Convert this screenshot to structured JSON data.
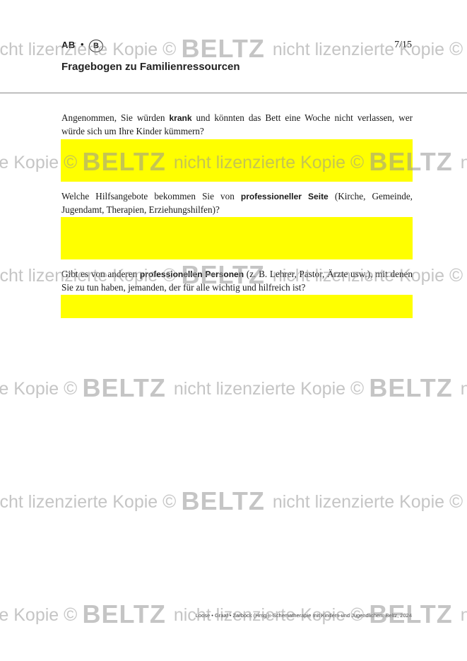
{
  "header": {
    "ab_label": "AB",
    "bullet": "•",
    "badge": "B",
    "page_number": "7/15",
    "title": "Fragebogen zu Familienressourcen"
  },
  "questions": [
    {
      "before": "Angenommen, Sie würden ",
      "bold": "krank",
      "after": " und könnten das Bett eine Woche nicht verlassen, wer würde sich um Ihre Kinder kümmern?"
    },
    {
      "before": "Welche Hilfsangebote bekommen Sie von ",
      "bold": "professioneller Seite",
      "after": " (Kirche, Gemeinde, Jugendamt, Therapien, Erziehungshilfen)?"
    },
    {
      "before": "Gibt es von anderen ",
      "bold": "professionellen Personen",
      "after": " (z. B. Lehrer, Pastor, Ärzte usw.), mit denen Sie zu tun haben, jemanden, der für alle wichtig und hilfreich ist?"
    }
  ],
  "footer": "Loose • Graaf • Zarbock (Hrsg.): Schematherapie mit Kindern und Jugendlichen. Beltz, 2024",
  "watermark": {
    "copyright": "©",
    "brand": "BELTZ",
    "text": "nicht lizenzierte Kopie"
  }
}
